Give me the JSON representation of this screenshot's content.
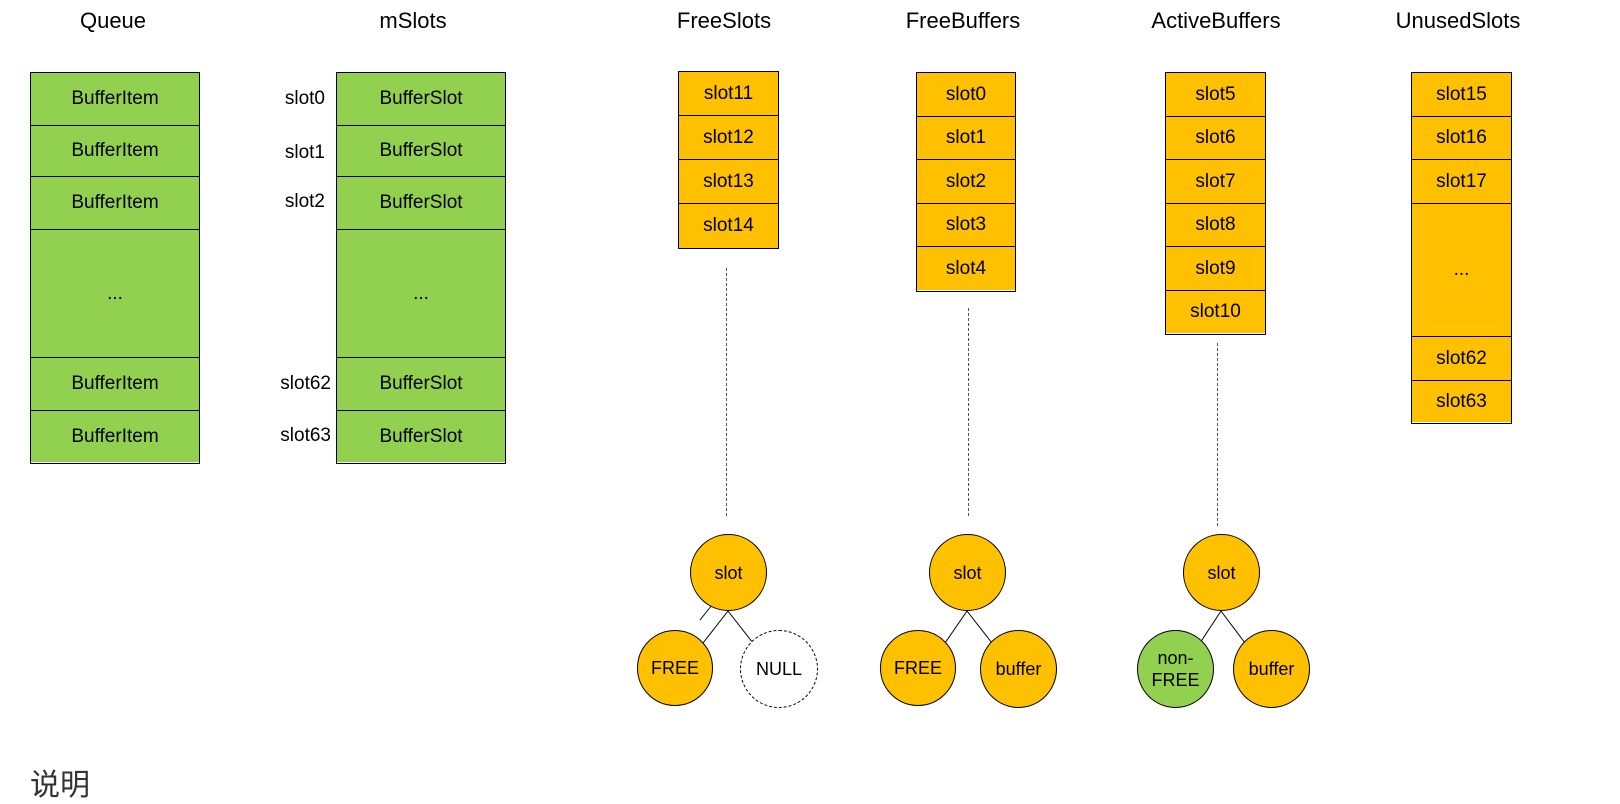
{
  "titles": {
    "queue": "Queue",
    "mslots": "mSlots",
    "free_slots": "FreeSlots",
    "free_buffers": "FreeBuffers",
    "active_buffers": "ActiveBuffers",
    "unused_slots": "UnusedSlots"
  },
  "queue": [
    "BufferItem",
    "BufferItem",
    "BufferItem",
    "...",
    "BufferItem",
    "BufferItem"
  ],
  "mslots": [
    "BufferSlot",
    "BufferSlot",
    "BufferSlot",
    "...",
    "BufferSlot",
    "BufferSlot"
  ],
  "mslot_indices": [
    "slot0",
    "slot1",
    "slot2",
    "",
    "slot62",
    "slot63"
  ],
  "free_slots": [
    "slot11",
    "slot12",
    "slot13",
    "slot14"
  ],
  "free_buffers": [
    "slot0",
    "slot1",
    "slot2",
    "slot3",
    "slot4"
  ],
  "active_buffers": [
    "slot5",
    "slot6",
    "slot7",
    "slot8",
    "slot9",
    "slot10"
  ],
  "unused_slots": [
    "slot15",
    "slot16",
    "slot17",
    "...",
    "slot62",
    "slot63"
  ],
  "trees": {
    "free_slots": {
      "root": "slot",
      "left": "FREE",
      "right": "NULL"
    },
    "free_buffers": {
      "root": "slot",
      "left": "FREE",
      "right": "buffer"
    },
    "active_buffers": {
      "root": "slot",
      "left": "non-\nFREE",
      "right": "buffer"
    }
  },
  "caption": "说明",
  "colors": {
    "green": "#92d050",
    "orange": "#ffc000"
  }
}
